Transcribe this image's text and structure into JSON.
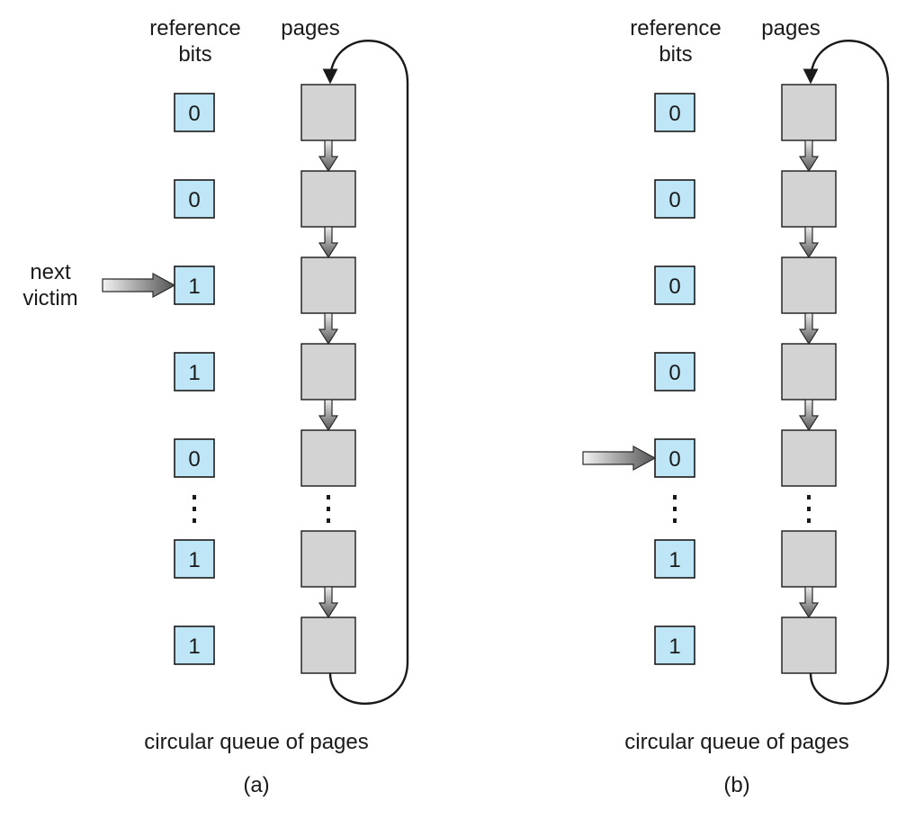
{
  "panels": [
    {
      "id": "a",
      "reference_bits_label": [
        "reference",
        "bits"
      ],
      "pages_label": "pages",
      "bits": [
        "0",
        "0",
        "1",
        "1",
        "0",
        "1",
        "1"
      ],
      "ellipsis_after_index": 4,
      "pointer_index": 2,
      "pointer_label": [
        "next",
        "victim"
      ],
      "caption": "circular queue of pages",
      "sublabel": "(a)"
    },
    {
      "id": "b",
      "reference_bits_label": [
        "reference",
        "bits"
      ],
      "pages_label": "pages",
      "bits": [
        "0",
        "0",
        "0",
        "0",
        "0",
        "1",
        "1"
      ],
      "ellipsis_after_index": 4,
      "pointer_index": 4,
      "pointer_label": [],
      "caption": "circular queue of pages",
      "sublabel": "(b)"
    }
  ],
  "colors": {
    "bit_fill": "#bfe6f7",
    "page_fill": "#d3d3d3",
    "stroke": "#1a1a1a"
  }
}
